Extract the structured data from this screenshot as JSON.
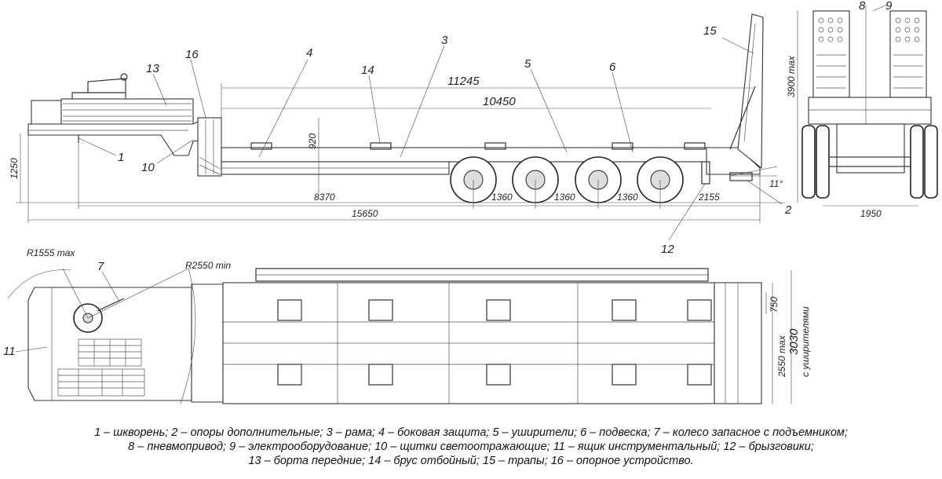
{
  "callouts": {
    "c1": "1",
    "c2": "2",
    "c3": "3",
    "c4": "4",
    "c5": "5",
    "c6": "6",
    "c7": "7",
    "c8": "8",
    "c9": "9",
    "c10": "10",
    "c11": "11",
    "c12": "12",
    "c13": "13",
    "c14": "14",
    "c15": "15",
    "c16": "16"
  },
  "dimensions": {
    "d11245": "11245",
    "d10450": "10450",
    "d8370": "8370",
    "d15650": "15650",
    "d1360a": "1360",
    "d1360b": "1360",
    "d1360c": "1360",
    "d2155": "2155",
    "d1250": "1250",
    "d920": "920",
    "d3900": "3900 max",
    "d1950": "1950",
    "d11deg": "11°",
    "d750": "750",
    "d2550": "2550 max",
    "d3030": "3030",
    "d3030note": "с уширителями",
    "r1555": "R1555 max",
    "r2550": "R2550 min"
  },
  "legend": {
    "line1": "1 – шкворень; 2 – опоры дополнительные; 3 – рама; 4 – боковая защита; 5 – уширители; 6 – подвеска; 7 – колесо запасное с подъемником;",
    "line2": "8 – пневмопривод; 9 – электрооборудование; 10 – щитки светоотражающие; 11 – ящик инструментальный; 12 – брызговики;",
    "line3": "13 – борта передние; 14 – брус отбойный; 15 – трапы; 16 – опорное устройство."
  }
}
